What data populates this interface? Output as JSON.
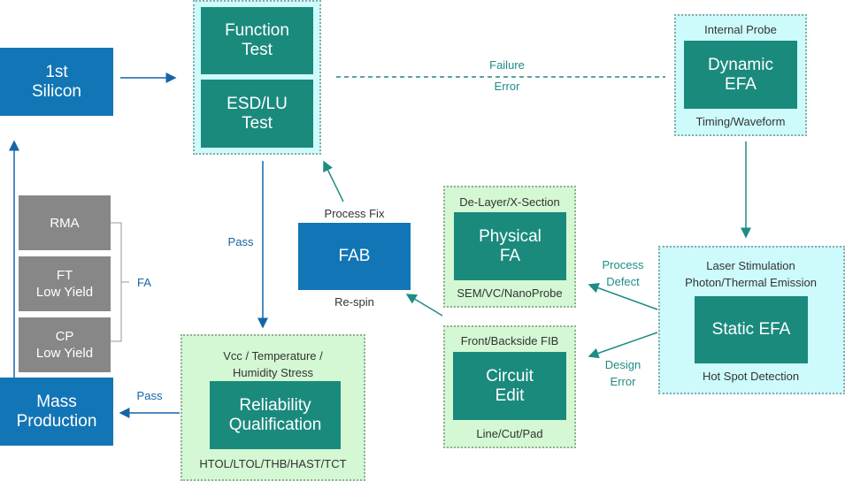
{
  "nodes": {
    "first_silicon": "1st\nSilicon",
    "function_test": "Function\nTest",
    "esd_lu_test": "ESD/LU\nTest",
    "dynamic_efa": "Dynamic\nEFA",
    "dynamic_efa_top": "Internal Probe",
    "dynamic_efa_bottom": "Timing/Waveform",
    "physical_fa": "Physical\nFA",
    "physical_fa_top": "De-Layer/X-Section",
    "physical_fa_bottom": "SEM/VC/NanoProbe",
    "static_efa": "Static EFA",
    "static_efa_top": "Laser Stimulation\nPhoton/Thermal Emission",
    "static_efa_bottom": "Hot Spot Detection",
    "fab": "FAB",
    "fab_top": "Process Fix",
    "fab_bottom": "Re-spin",
    "circuit_edit": "Circuit\nEdit",
    "circuit_edit_top": "Front/Backside FIB",
    "circuit_edit_bottom": "Line/Cut/Pad",
    "reliability": "Reliability\nQualification",
    "reliability_top": "Vcc / Temperature /\nHumidity Stress",
    "reliability_bottom": "HTOL/LTOL/THB/HAST/TCT",
    "rma": "RMA",
    "ft_low_yield": "FT\nLow Yield",
    "cp_low_yield": "CP\nLow Yield",
    "mass_production": "Mass\nProduction"
  },
  "labels": {
    "failure": "Failure",
    "error": "Error",
    "pass_down": "Pass",
    "pass_left": "Pass",
    "fa": "FA",
    "process_defect": "Process\nDefect",
    "design_error": "Design\nError"
  },
  "colors": {
    "blue": "#1275b5",
    "teal": "#1a8a7d",
    "grey": "#878787",
    "cyan_panel": "#cdfbfb",
    "green_panel": "#d3f8d3",
    "arrow_blue": "#1565a8",
    "arrow_teal": "#1e8c84"
  }
}
